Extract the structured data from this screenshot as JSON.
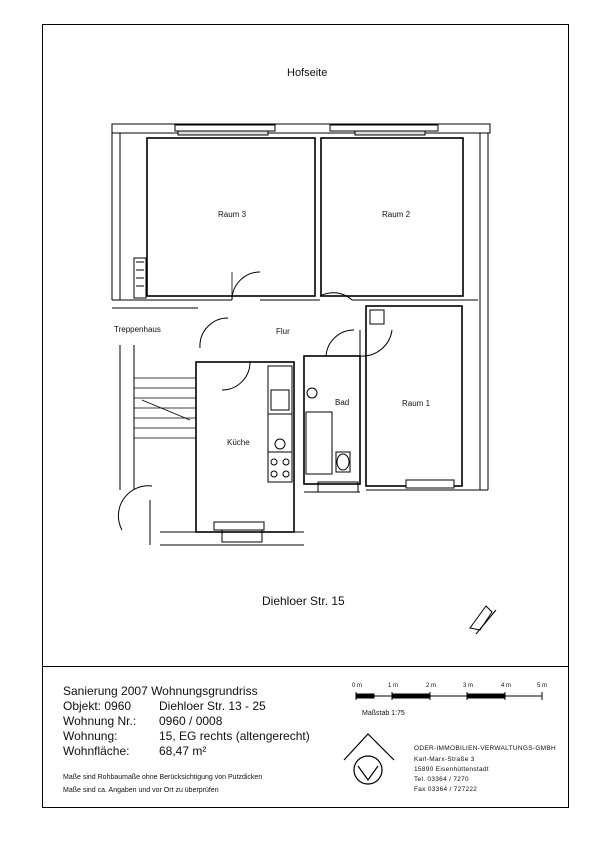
{
  "plan": {
    "hofseite": "Hofseite",
    "street": "Diehloer Str. 15",
    "rooms": {
      "raum3": "Raum 3",
      "raum2": "Raum 2",
      "raum1": "Raum 1",
      "flur": "Flur",
      "bad": "Bad",
      "kueche": "Küche",
      "treppenhaus": "Treppenhaus"
    }
  },
  "info": {
    "title": "Sanierung 2007 Wohnungsgrundriss",
    "rows": [
      {
        "key": "Objekt: 0960",
        "value": "Diehloer Str. 13 - 25"
      },
      {
        "key": "Wohnung Nr.:",
        "value": "0960 / 0008"
      },
      {
        "key": "Wohnung:",
        "value": "15, EG rechts (altengerecht)"
      },
      {
        "key": "Wohnfläche:",
        "value": "68,47 m²"
      }
    ],
    "note1": "Maße sind Rohbaumaße ohne Berücksichtigung von Putzdicken",
    "note2": "Maße sind ca. Angaben und vor Ort zu überprüfen"
  },
  "scale": {
    "ticks": [
      "0 m",
      "1 m",
      "2 m",
      "3 m",
      "4 m",
      "5 m"
    ],
    "label": "Maßstab 1:75"
  },
  "company": {
    "name": "ODER-IMMOBILIEN-VERWALTUNGS-GMBH",
    "line1": "Karl-Marx-Straße 3",
    "line2": "15890 Eisenhüttenstadt",
    "line3": "Tel. 03364 / 7270",
    "line4": "Fax 03364 / 727222"
  }
}
